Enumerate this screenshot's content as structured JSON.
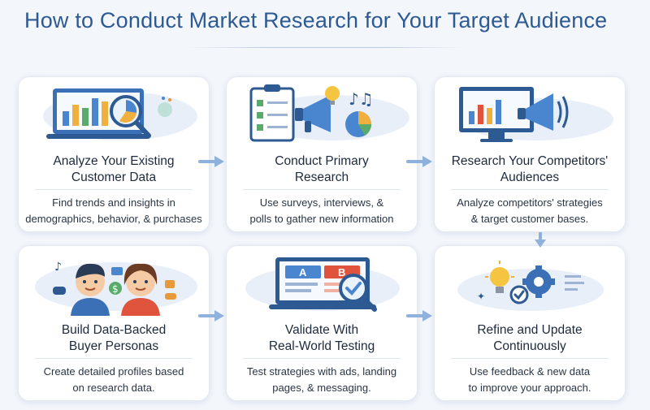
{
  "title": "How to Conduct Market Research for Your Target Audience",
  "steps": [
    {
      "title_line1": "Analyze Your Existing",
      "title_line2": "Customer Data",
      "desc_line1": "Find trends and insights in",
      "desc_line2": "demographics, behavior, & purchases",
      "icon": "analytics-laptop-icon"
    },
    {
      "title_line1": "Conduct Primary",
      "title_line2": "Research",
      "desc_line1": "Use surveys, interviews, &",
      "desc_line2": "polls to gather new information",
      "icon": "survey-megaphone-icon"
    },
    {
      "title_line1": "Research Your Competitors'",
      "title_line2": "Audiences",
      "desc_line1": "Analyze competitors' strategies",
      "desc_line2": "& target customer bases.",
      "icon": "competitor-monitor-icon"
    },
    {
      "title_line1": "Build Data-Backed",
      "title_line2": "Buyer Personas",
      "desc_line1": "Create detailed profiles based",
      "desc_line2": "on research data.",
      "icon": "personas-icon"
    },
    {
      "title_line1": "Validate With",
      "title_line2": "Real-World Testing",
      "desc_line1": "Test strategies with ads, landing",
      "desc_line2": "pages, & messaging.",
      "icon": "ab-test-laptop-icon"
    },
    {
      "title_line1": "Refine and Update",
      "title_line2": "Continuously",
      "desc_line1": "Use feedback & new data",
      "desc_line2": "to improve your approach.",
      "icon": "refine-gear-icon"
    }
  ],
  "ab_labels": {
    "a": "A",
    "b": "B"
  },
  "colors": {
    "title": "#2d5a93",
    "arrow": "#8fb2dd",
    "accent_blue": "#3b6fb6",
    "accent_orange": "#e79a3c"
  }
}
